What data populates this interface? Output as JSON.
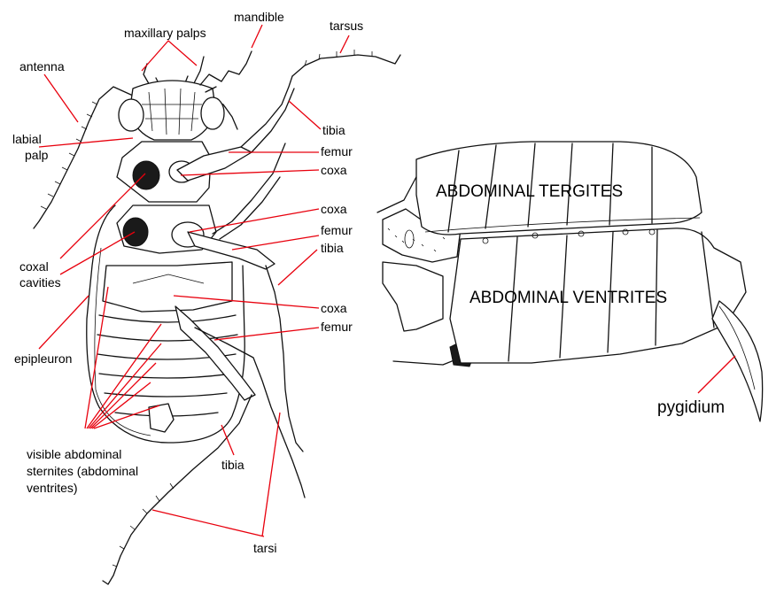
{
  "colors": {
    "label_line": "#e8000d",
    "label_text_black": "#000000",
    "label_text_red": "#e8000d",
    "ink": "#111111"
  },
  "ventral_view": {
    "maxillary_palps": "maxillary palps",
    "mandible": "mandible",
    "tarsus": "tarsus",
    "antenna": "antenna",
    "labial_palp_line1": "labial",
    "labial_palp_line2": "palp",
    "tibia_fore": "tibia",
    "femur_fore": "femur",
    "coxa_fore": "coxa",
    "coxa_mid": "coxa",
    "femur_mid": "femur",
    "tibia_mid": "tibia",
    "coxal_cavities_line1": "coxal",
    "coxal_cavities_line2": "cavities",
    "coxa_hind": "coxa",
    "femur_hind": "femur",
    "epipleuron": "epipleuron",
    "sternites_line1": "visible abdominal",
    "sternites_line2": "sternites (abdominal",
    "sternites_line3": "ventrites)",
    "tibia_hind": "tibia",
    "tarsi": "tarsi"
  },
  "lateral_view": {
    "tergites": "ABDOMINAL TERGITES",
    "ventrites": "ABDOMINAL VENTRITES",
    "pygidium": "pygidium"
  }
}
